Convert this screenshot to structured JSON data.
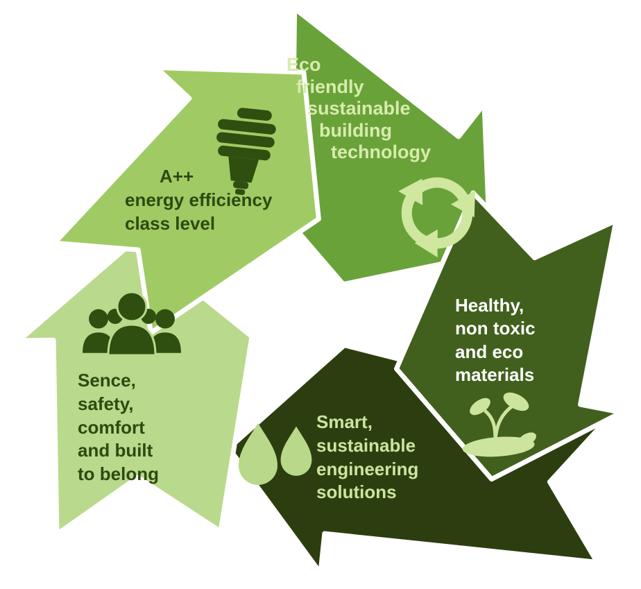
{
  "diagram": {
    "background_color": "#ffffff",
    "type": "cycle",
    "nodes": [
      {
        "id": "eco-friendly",
        "lines": [
          "Eco",
          "friendly",
          "sustainable",
          "building",
          "technology"
        ],
        "arrow_color": "#6aa23a",
        "text_color": "#d7ecad",
        "icon": "recycle-icon",
        "icon_color": "#cfe79f"
      },
      {
        "id": "healthy-materials",
        "lines": [
          "Healthy,",
          "non toxic",
          "and eco",
          "materials"
        ],
        "arrow_color": "#41601d",
        "text_color": "#ffffff",
        "icon": "plant-in-hand-icon",
        "icon_color": "#cde49e"
      },
      {
        "id": "smart-engineering",
        "lines": [
          "Smart,",
          "sustainable",
          "engineering",
          "solutions"
        ],
        "arrow_color": "#2c3e0f",
        "text_color": "#cde49e",
        "icon": "water-drops-icon",
        "icon_color": "#b9d88a"
      },
      {
        "id": "sence-safety",
        "lines": [
          "Sence,",
          "safety,",
          "comfort",
          "and built",
          "to belong"
        ],
        "arrow_color": "#b9d98c",
        "text_color": "#2d4a10",
        "icon": "people-icon",
        "icon_color": "#2f4f10"
      },
      {
        "id": "energy-efficiency",
        "lines": [
          "A++",
          "energy efficiency",
          "class level"
        ],
        "arrow_color": "#a0cb64",
        "text_color": "#2d4a10",
        "icon": "cfl-bulb-icon",
        "icon_color": "#2f4f10"
      }
    ]
  }
}
